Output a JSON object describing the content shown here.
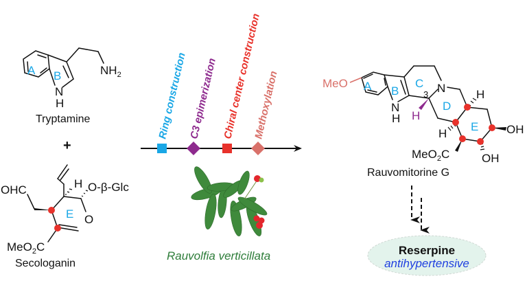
{
  "tryptamine": {
    "name": "Tryptamine",
    "ring_labels": [
      "A",
      "B"
    ],
    "amine": "NH",
    "amine_sub": "2",
    "nh_n": "N",
    "nh_h": "H"
  },
  "plus": "+",
  "secologanin": {
    "name": "Secologanin",
    "ring_label": "E",
    "aldehyde": "OHC",
    "h": "H",
    "glc": "O-β-Glc",
    "ring_o": "O",
    "ester_pre": "MeO",
    "ester_sub": "2",
    "ester_post": "C"
  },
  "steps": [
    {
      "label": "Ring construction",
      "color": "#1aa7e6",
      "marker": "square"
    },
    {
      "label": "C3 epimerization",
      "color": "#8e2a8e",
      "marker": "diamond"
    },
    {
      "label": "Chiral center construction",
      "color": "#e8322b",
      "marker": "square"
    },
    {
      "label": "Methoxylation",
      "color": "#d9716a",
      "marker": "diamond"
    }
  ],
  "plant": {
    "name": "Rauvolfia verticillata",
    "color": "#2e7d3a"
  },
  "product": {
    "name": "Rauvomitorine G",
    "methoxy": "MeO",
    "methoxy_color": "#d9716a",
    "ring_labels": [
      "A",
      "B",
      "C",
      "D",
      "E"
    ],
    "c3_label": "3",
    "n": "N",
    "nh_n": "N",
    "nh_h": "H",
    "h3": "H",
    "h3_color": "#8e2a8e",
    "h_top": "H",
    "h_bottom": "H",
    "oh1": "OH",
    "oh2": "OH",
    "ester_pre": "MeO",
    "ester_sub": "2",
    "ester_post": "C"
  },
  "target": {
    "name": "Reserpine",
    "activity": "antihypertensive",
    "activity_color": "#1f3fe0",
    "fill": "#e3f3ec"
  }
}
